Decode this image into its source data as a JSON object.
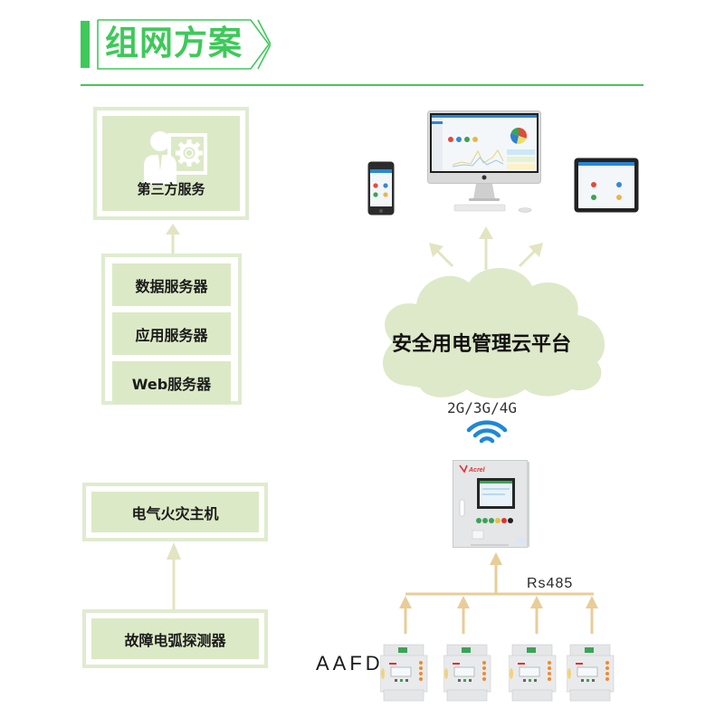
{
  "header": {
    "title": "组网方案",
    "accent_color": "#3ec95a"
  },
  "left_column": {
    "third_party": {
      "label": "第三方服务",
      "icon": "user-gear-icon"
    },
    "servers": [
      {
        "label": "数据服务器"
      },
      {
        "label": "应用服务器"
      },
      {
        "label": "Web服务器"
      }
    ],
    "fire_host": {
      "label": "电气火灾主机"
    },
    "arc_detector": {
      "label": "故障电弧探测器"
    },
    "box_fill_color": "#dce9c6",
    "box_border_color": "#dfeccf",
    "arrow_color": "#e3e4c1"
  },
  "right_column": {
    "clients": [
      {
        "device": "smartphone",
        "icon": "smartphone-icon"
      },
      {
        "device": "desktop-monitor",
        "icon": "monitor-icon"
      },
      {
        "device": "tablet",
        "icon": "tablet-icon"
      }
    ],
    "cloud": {
      "label": "安全用电管理云平台",
      "fill_color": "#dde9c8"
    },
    "network": {
      "label": "2G/3G/4G",
      "icon": "wifi-icon",
      "icon_color": "#1e88d8"
    },
    "controller": {
      "brand": "Acrel",
      "icon": "control-cabinet-icon"
    },
    "bus": {
      "label": "Rs485",
      "line_color": "#e8cd98"
    },
    "devices": {
      "label": "AAFD",
      "count": 4
    }
  }
}
